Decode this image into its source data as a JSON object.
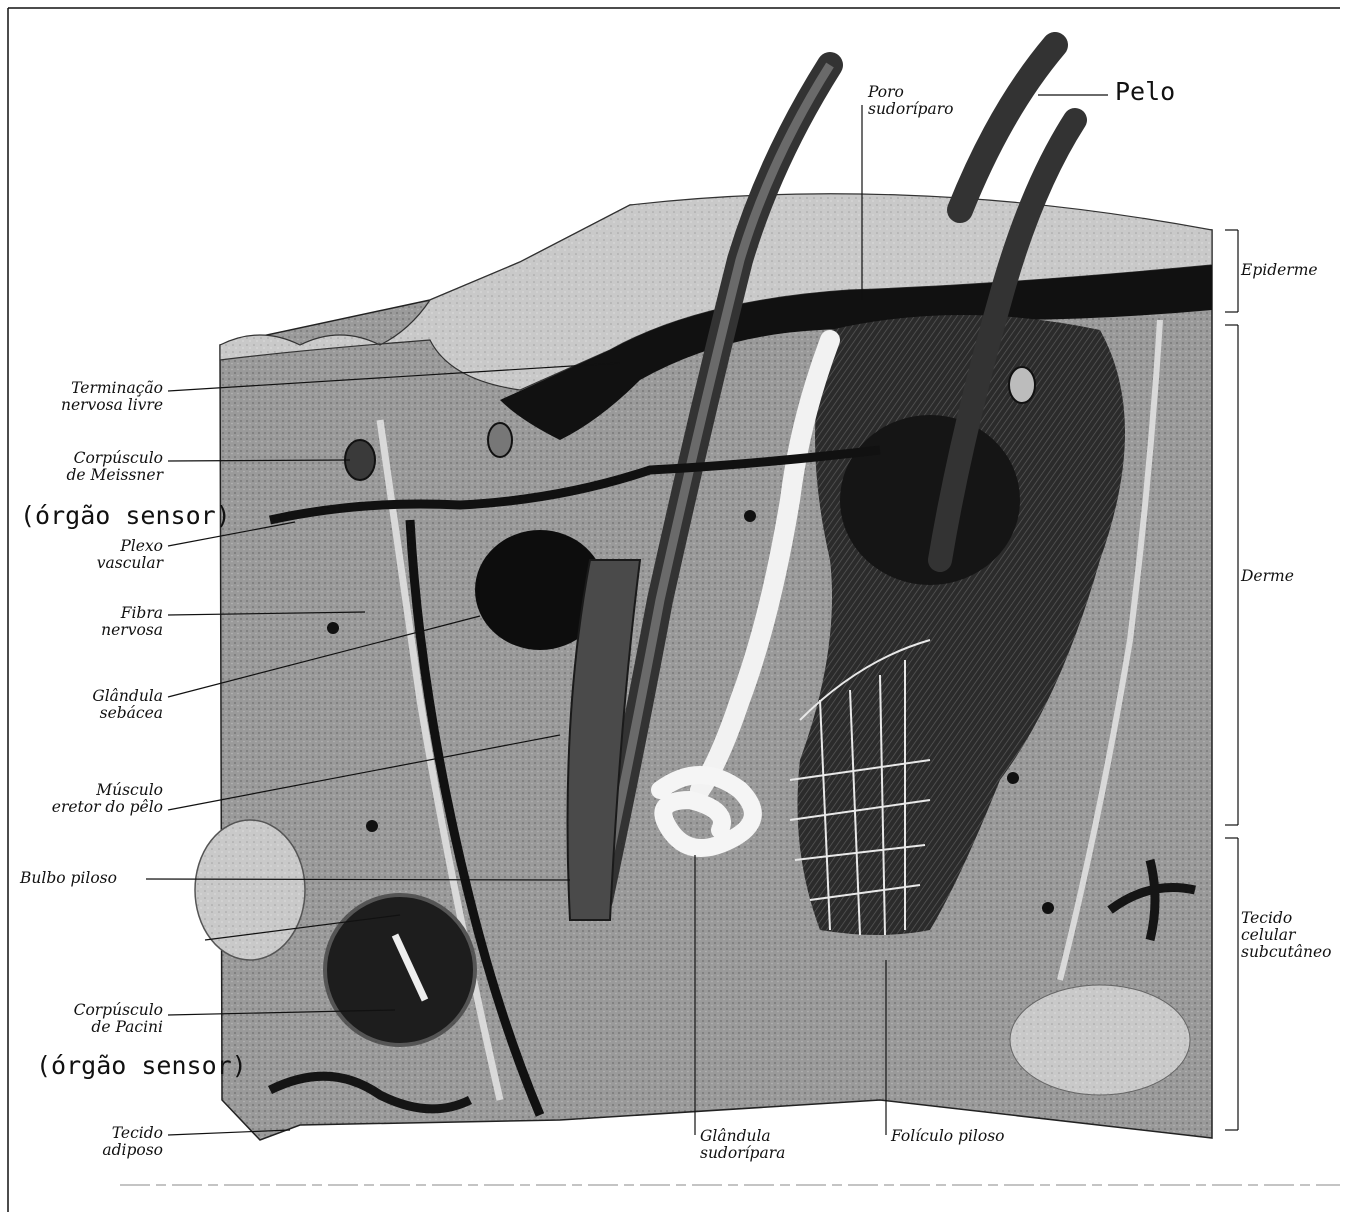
{
  "labels": {
    "terminacao": "Terminação\nnervosa livre",
    "meissner": "Corpúsculo\nde Meissner",
    "sensor_1": "(órgão sensor)",
    "plexo": "Plexo\nvascular",
    "fibra": "Fibra\nnervosa",
    "glandula_sebacea": "Glândula\nsebácea",
    "musculo": "Músculo\neretor do pêlo",
    "bulbo": "Bulbo piloso",
    "pacini": "Corpúsculo\nde Pacini",
    "sensor_2": "(órgão sensor)",
    "adiposo": "Tecido\nadiposo",
    "sudoripara": "Glândula\nsudorípara",
    "foliculo": "Folículo piloso",
    "poro": "Poro\nsudoríparo",
    "pelo": "Pelo",
    "epiderme": "Epiderme",
    "derme": "Derme",
    "subcutaneo": "Tecido\ncelular\nsubcutâneo"
  },
  "colors": {
    "tissue_dark": "#1a1a1a",
    "tissue_mid": "#8a8a8a",
    "tissue_light": "#c8c8c8",
    "gland_white": "#f4f4f4"
  }
}
